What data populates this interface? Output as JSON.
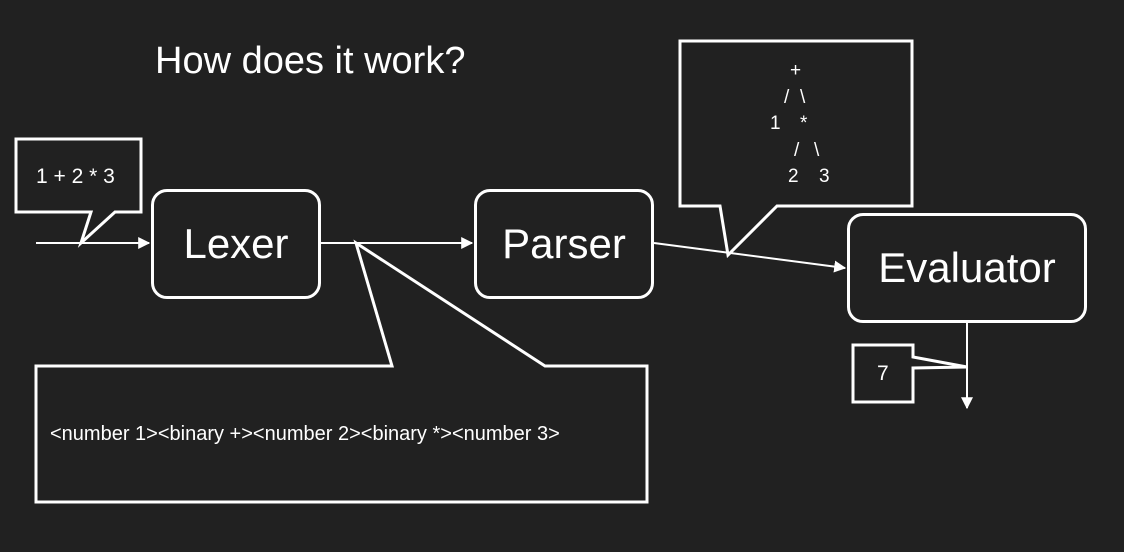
{
  "title": "How does it work?",
  "stages": {
    "lexer": "Lexer",
    "parser": "Parser",
    "evaluator": "Evaluator"
  },
  "callouts": {
    "input": "1 + 2 * 3",
    "tokens": "<number 1><binary +><number 2><binary *><number 3>",
    "result": "7",
    "ast": {
      "root": "+",
      "root_left_edge": "/",
      "root_right_edge": "\\",
      "left_leaf": "1",
      "mul": "*",
      "mul_left_edge": "/",
      "mul_right_edge": "\\",
      "leaf_2": "2",
      "leaf_3": "3"
    }
  },
  "colors": {
    "background": "#212121",
    "foreground": "#ffffff"
  }
}
